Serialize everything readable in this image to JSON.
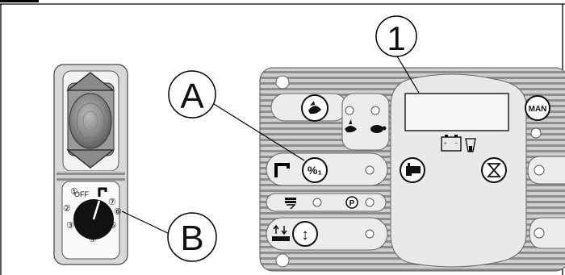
{
  "callouts": {
    "one": "1",
    "a": "A",
    "b": "B"
  },
  "controls": {
    "percent_button": "%₁",
    "hourglass": "⧖",
    "man_button": "MAN",
    "parking_label": "P",
    "updown_arrow": "↕",
    "off_label": "OFF"
  },
  "dial": {
    "positions": [
      "①",
      "②",
      "③",
      "④",
      "⑤",
      "⑥",
      "⑦"
    ]
  },
  "icons": {
    "joystick": "joystick-icon",
    "dial": "dial-icon",
    "battery": "battery-icon",
    "fast_speed": "rabbit-icon",
    "slow_speed": "turtle-icon",
    "brush": "brush-icon",
    "squeegee": "squeegee-icon"
  },
  "colors": {
    "panel": "#d3d3d3",
    "stripe": "#9a9a9a",
    "oval": "#ebebeb",
    "knob": "#111111"
  }
}
